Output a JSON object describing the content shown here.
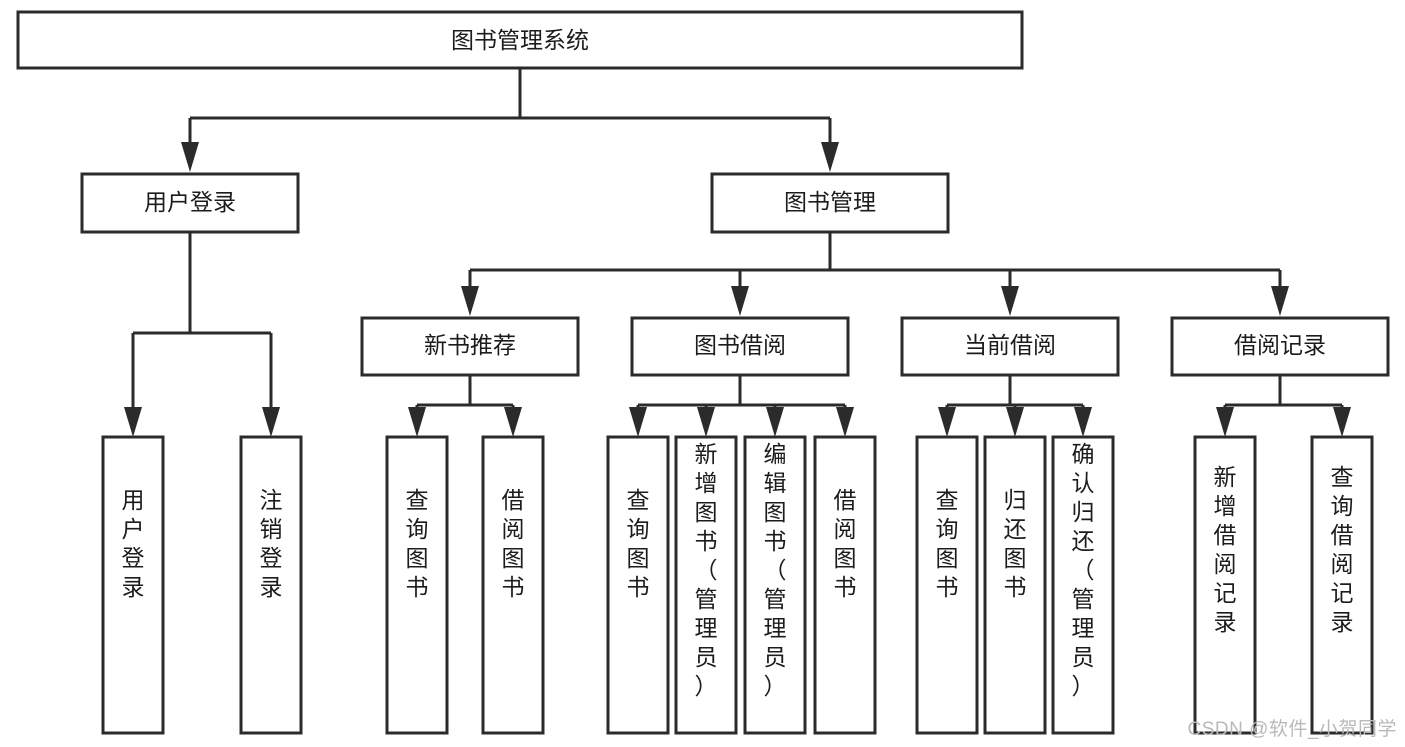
{
  "diagram": {
    "type": "tree-hierarchy",
    "title": "图书管理系统",
    "orientation": "top-down",
    "colors": {
      "box_fill": "#ffffff",
      "box_stroke": "#2b2b2b",
      "text": "#1c1c1c",
      "watermark": "#b9b9b9"
    },
    "levels": {
      "root": {
        "label": "图书管理系统"
      },
      "level2": [
        {
          "label": "用户登录"
        },
        {
          "label": "图书管理"
        }
      ],
      "level3": [
        {
          "label": "新书推荐"
        },
        {
          "label": "图书借阅"
        },
        {
          "label": "当前借阅"
        },
        {
          "label": "借阅记录"
        }
      ],
      "leaves": {
        "user_login": [
          {
            "label": "用户登录"
          },
          {
            "label": "注销登录"
          }
        ],
        "new_book_recommend": [
          {
            "label": "查询图书"
          },
          {
            "label": "借阅图书"
          }
        ],
        "book_borrow": [
          {
            "label": "查询图书"
          },
          {
            "label": "新增图书（管理员）"
          },
          {
            "label": "编辑图书（管理员）"
          },
          {
            "label": "借阅图书"
          }
        ],
        "current_borrow": [
          {
            "label": "查询图书"
          },
          {
            "label": "归还图书"
          },
          {
            "label": "确认归还（管理员）"
          }
        ],
        "borrow_record": [
          {
            "label": "新增借阅记录"
          },
          {
            "label": "查询借阅记录"
          }
        ]
      }
    }
  },
  "watermark": {
    "text": "CSDN @软件_小贺同学"
  }
}
